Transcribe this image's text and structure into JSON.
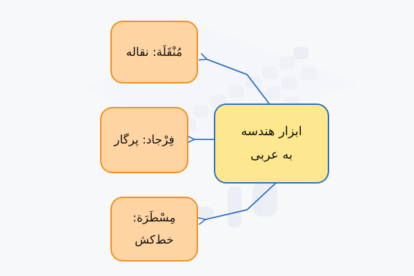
{
  "diagram": {
    "type": "mind-map",
    "colors": {
      "background": "#f7f8fa",
      "center_fill": "#fde88f",
      "center_border": "#2a6ebb",
      "leaf_fill": "#fed4a3",
      "leaf_border": "#f08f1a",
      "arrow": "#2a6ebb",
      "watermark": "#e9edf3"
    },
    "center": {
      "line1": "ابزار هندسه",
      "line2": "به عربی"
    },
    "leaves": [
      {
        "id": "protractor",
        "text": "مُنْقَلَة: نقاله"
      },
      {
        "id": "compass",
        "text": "فِرْجاد: پرگار"
      },
      {
        "id": "ruler",
        "line1": "مِسْطَرَة:",
        "line2": "خط‌کش"
      }
    ],
    "edges": [
      {
        "from": "center",
        "to": "protractor"
      },
      {
        "from": "center",
        "to": "compass"
      },
      {
        "from": "center",
        "to": "ruler"
      }
    ]
  }
}
